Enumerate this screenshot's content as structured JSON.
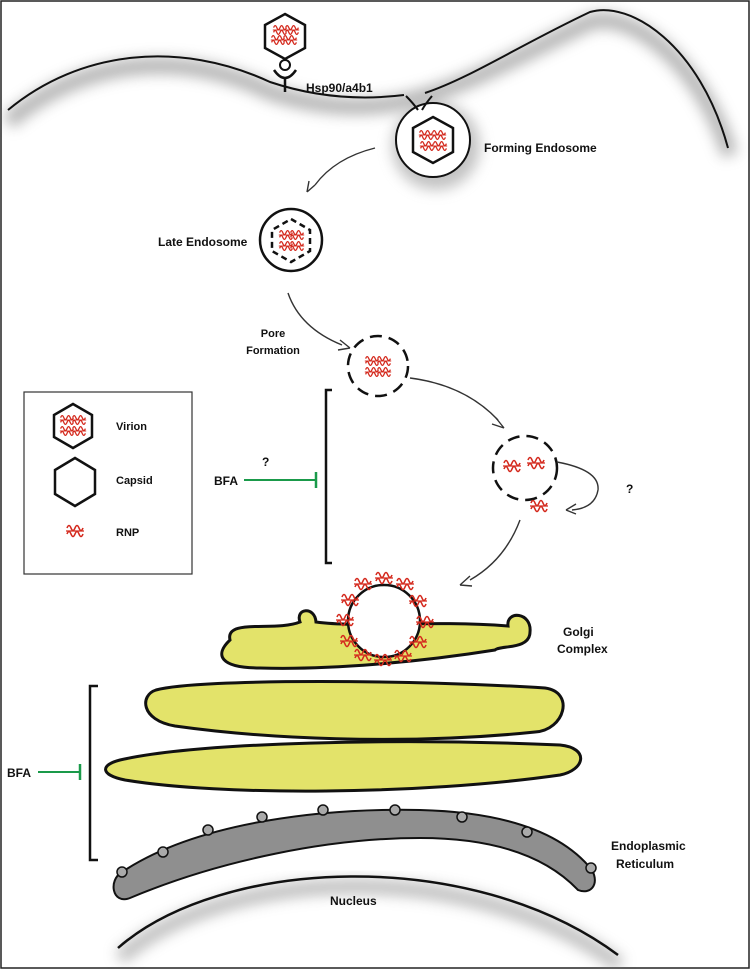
{
  "labels": {
    "receptor": "Hsp90/a4b1",
    "forming_endosome": "Forming Endosome",
    "late_endosome": "Late Endosome",
    "pore_formation_line1": "Pore",
    "pore_formation_line2": "Formation",
    "question_mark": "?",
    "bfa": "BFA",
    "golgi_line1": "Golgi",
    "golgi_line2": "Complex",
    "er_line1": "Endoplasmic",
    "er_line2": "Reticulum",
    "nucleus": "Nucleus"
  },
  "legend": {
    "items": [
      {
        "icon": "virion-icon",
        "label": "Virion"
      },
      {
        "icon": "capsid-icon",
        "label": "Capsid"
      },
      {
        "icon": "rnp-icon",
        "label": "RNP"
      }
    ]
  },
  "colors": {
    "rnp_red": "#d42a1e",
    "golgi_yellow": "#e3e36a",
    "er_gray": "#8f8f8f",
    "inhibitor_green": "#1a9a4a",
    "outline": "#111111"
  }
}
